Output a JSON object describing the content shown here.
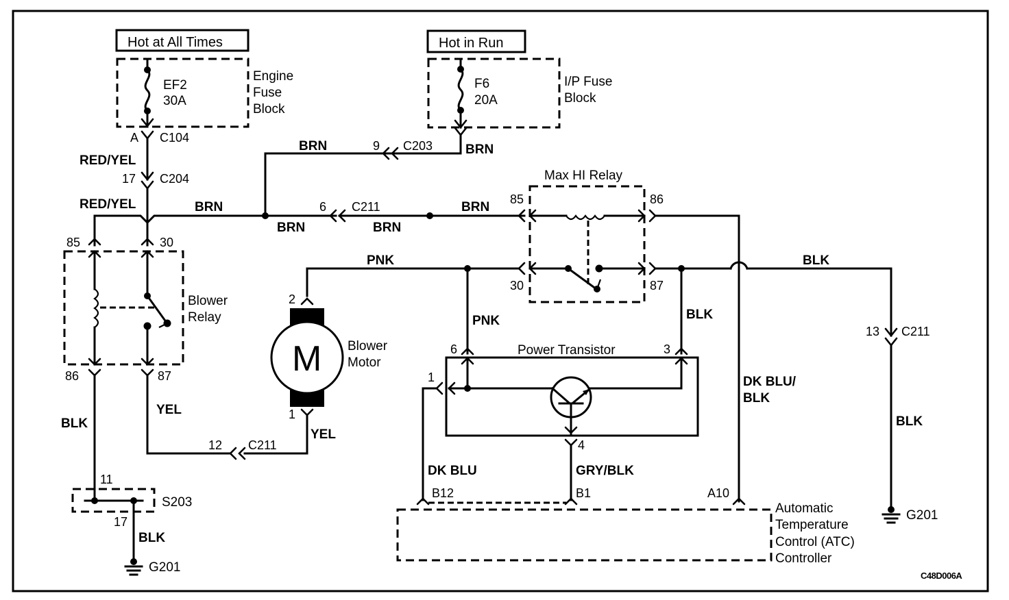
{
  "diagram": {
    "figure_code": "C48D006A",
    "power_sources": [
      {
        "label": "Hot at All Times"
      },
      {
        "label": "Hot in Run"
      }
    ],
    "fuse_blocks": [
      {
        "name_lines": [
          "Engine",
          "Fuse",
          "Block"
        ],
        "fuse_id": "EF2",
        "rating": "30A"
      },
      {
        "name_lines": [
          "I/P Fuse",
          "Block"
        ],
        "fuse_id": "F6",
        "rating": "20A"
      }
    ],
    "components": {
      "blower_relay": {
        "name_lines": [
          "Blower",
          "Relay"
        ],
        "pins": [
          "85",
          "30",
          "86",
          "87"
        ]
      },
      "max_hi_relay": {
        "name": "Max HI Relay",
        "pins": [
          "85",
          "86",
          "30",
          "87"
        ]
      },
      "blower_motor": {
        "symbol": "M",
        "name_lines": [
          "Blower",
          "Motor"
        ],
        "pins": [
          "2",
          "1"
        ]
      },
      "power_transistor": {
        "name": "Power Transistor",
        "pins": [
          "6",
          "3",
          "1",
          "4"
        ]
      },
      "atc_controller": {
        "name_lines": [
          "Automatic",
          "Temperature",
          "Control (ATC)",
          "Controller"
        ],
        "pins": [
          "B12",
          "B1",
          "A10"
        ]
      },
      "splice": {
        "name": "S203",
        "pins": [
          "11",
          "17"
        ]
      },
      "grounds": [
        "G201",
        "G201"
      ]
    },
    "connectors": [
      {
        "pin": "A",
        "name": "C104"
      },
      {
        "pin": "17",
        "name": "C204"
      },
      {
        "pin": "9",
        "name": "C203"
      },
      {
        "pin": "6",
        "name": "C211"
      },
      {
        "pin": "12",
        "name": "C211"
      },
      {
        "pin": "13",
        "name": "C211"
      }
    ],
    "wire_colors": {
      "red_yel_1": "RED/YEL",
      "red_yel_2": "RED/YEL",
      "brn_top": "BRN",
      "brn_f6": "BRN",
      "brn_left": "BRN",
      "brn_left_below": "BRN",
      "brn_mid_below": "BRN",
      "brn_right": "BRN",
      "pnk_top": "PNK",
      "pnk_vertical": "PNK",
      "blk_right_top": "BLK",
      "blk_87": "BLK",
      "blk_86": "BLK",
      "blk_splice": "BLK",
      "blk_ground_right": "BLK",
      "yel_relay": "YEL",
      "yel_motor": "YEL",
      "dk_blu": "DK BLU",
      "gry_blk": "GRY/BLK",
      "dk_blu_blk_lines": [
        "DK BLU/",
        "BLK"
      ]
    }
  }
}
